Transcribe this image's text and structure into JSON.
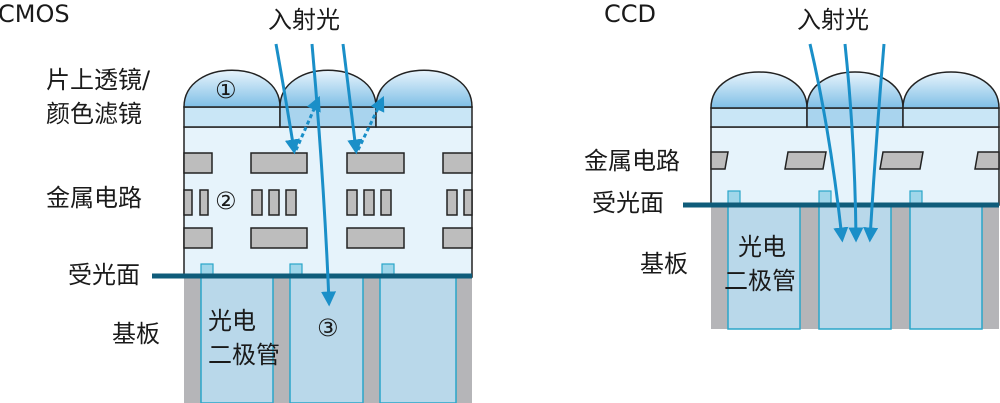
{
  "cmos": {
    "title": "CMOS",
    "incident_light": "入射光",
    "lens_filter_line1": "片上透镜/",
    "lens_filter_line2": "颜色滤镜",
    "metal_circuit": "金属电路",
    "light_surface": "受光面",
    "substrate": "基板",
    "photodiode_line1": "光电",
    "photodiode_line2": "二极管",
    "marker_1": "①",
    "marker_2": "②",
    "marker_3": "③"
  },
  "ccd": {
    "title": "CCD",
    "incident_light": "入射光",
    "metal_circuit": "金属电路",
    "light_surface": "受光面",
    "substrate": "基板",
    "photodiode_line1": "光电",
    "photodiode_line2": "二极管"
  },
  "colors": {
    "arrow": "#1a8fc8",
    "light_surface_line": "#0f5c7a",
    "substrate_gray": "#b5b5b8",
    "photodiode_blue": "#b9d8ea",
    "circuit_layer": "#e6f3fb",
    "metal_block": "#bdbdbd"
  }
}
